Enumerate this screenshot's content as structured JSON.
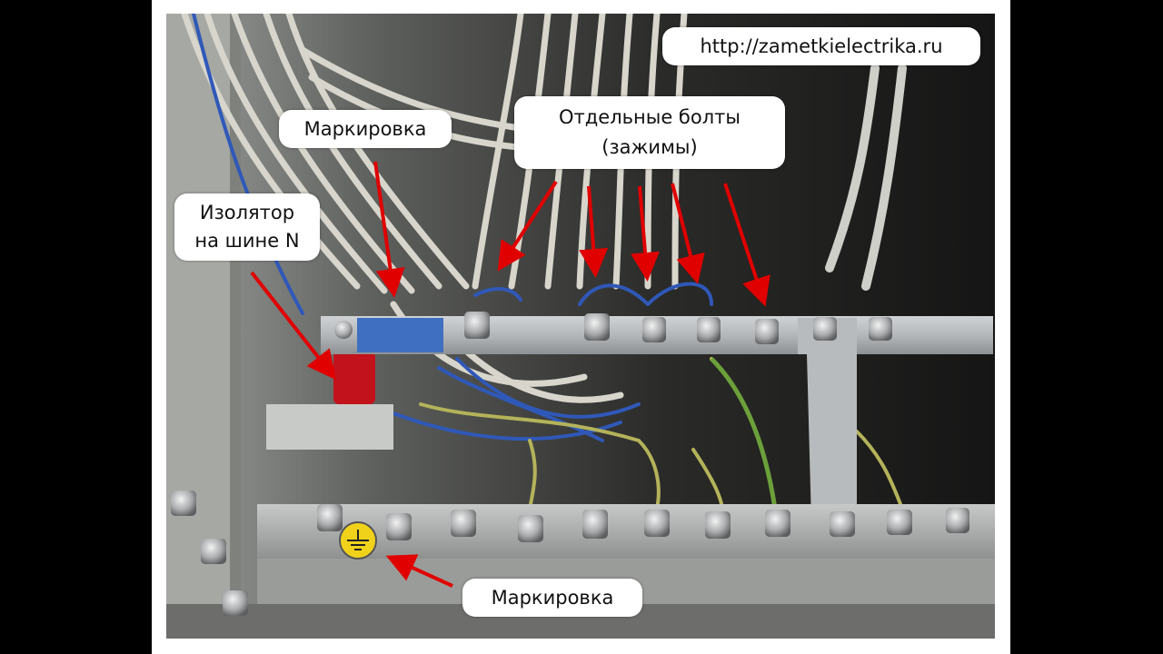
{
  "labels": {
    "url": "http://zametkielectrika.ru",
    "marking_top": "Маркировка",
    "bolts_line1": "Отдельные болты",
    "bolts_line2": "(зажимы)",
    "insulator_line1": "Изолятор",
    "insulator_line2": "на шине N",
    "marking_bottom": "Маркировка"
  },
  "colors": {
    "arrow": "#e00000",
    "busbar": "#b9bcc0",
    "blue_marking": "#3f6fc0",
    "ground_symbol": "#f1d21b",
    "insulator": "#c2121c",
    "background": "#000000",
    "frame": "#ffffff"
  }
}
